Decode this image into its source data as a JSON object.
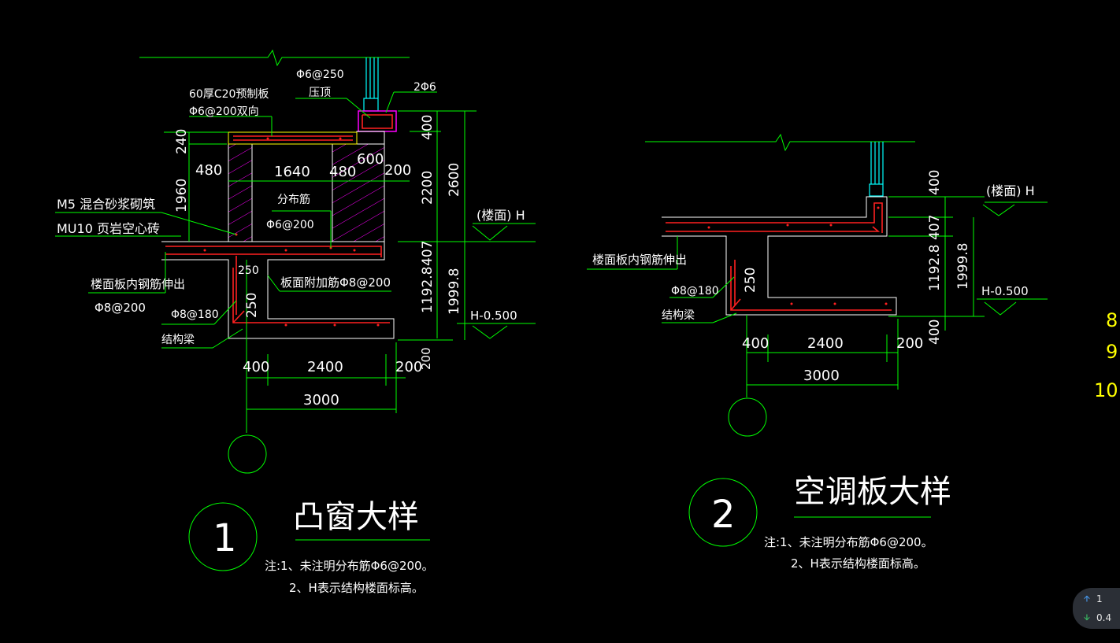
{
  "detail1": {
    "number": "1",
    "title": "凸窗大样",
    "note_line1": "注:1、未注明分布筋Φ6@200。",
    "note_line2": "2、H表示结构楼面标高。",
    "labels": {
      "precast_slab": "60厚C20预制板",
      "precast_rebar": "Φ6@200双向",
      "top_rebar": "Φ6@250",
      "top_label": "压顶",
      "top_bars": "2Φ6",
      "masonry_mortar": "M5 混合砂浆砌筑",
      "masonry_brick": "MU10  页岩空心砖",
      "dist_bar": "分布筋",
      "dist_bar_spec": "Φ6@200",
      "slab_bar_ext": "楼面板内钢筋伸出",
      "slab_bar_spec": "Φ8@200",
      "extra_bar": "板面附加筋Φ8@200",
      "beam_bar": "Φ8@180",
      "struct_beam": "结构梁",
      "floor": "(楼面) H",
      "level": "H-0.500"
    },
    "dims": {
      "d240": "240",
      "d1960": "1960",
      "d480a": "480",
      "d1640": "1640",
      "d480b": "480",
      "d600": "600",
      "d200a": "200",
      "d400": "400",
      "d2200": "2200",
      "d2600": "2600",
      "d407": "407",
      "d1192": "1192.8",
      "d1999": "1999.8",
      "d250a": "250",
      "d250b": "250",
      "d400b": "400",
      "d2400": "2400",
      "d200b": "200",
      "d3000": "3000",
      "d200v": "200"
    }
  },
  "detail2": {
    "number": "2",
    "title": "空调板大样",
    "note_line1": "注:1、未注明分布筋Φ6@200。",
    "note_line2": "2、H表示结构楼面标高。",
    "labels": {
      "slab_bar_ext": "楼面板内钢筋伸出",
      "beam_bar": "Φ8@180",
      "struct_beam": "结构梁",
      "floor": "(楼面) H",
      "level": "H-0.500"
    },
    "dims": {
      "d400": "400",
      "d407": "407",
      "d1192": "1192.8",
      "d1999": "1999.8",
      "d400b": "400",
      "d250": "250",
      "d400h": "400",
      "d2400": "2400",
      "d200": "200",
      "d3000": "3000"
    }
  },
  "edge_numbers": [
    "8",
    "9",
    "10"
  ],
  "network_widget": {
    "up_value": "1",
    "down_value": "0.4"
  }
}
